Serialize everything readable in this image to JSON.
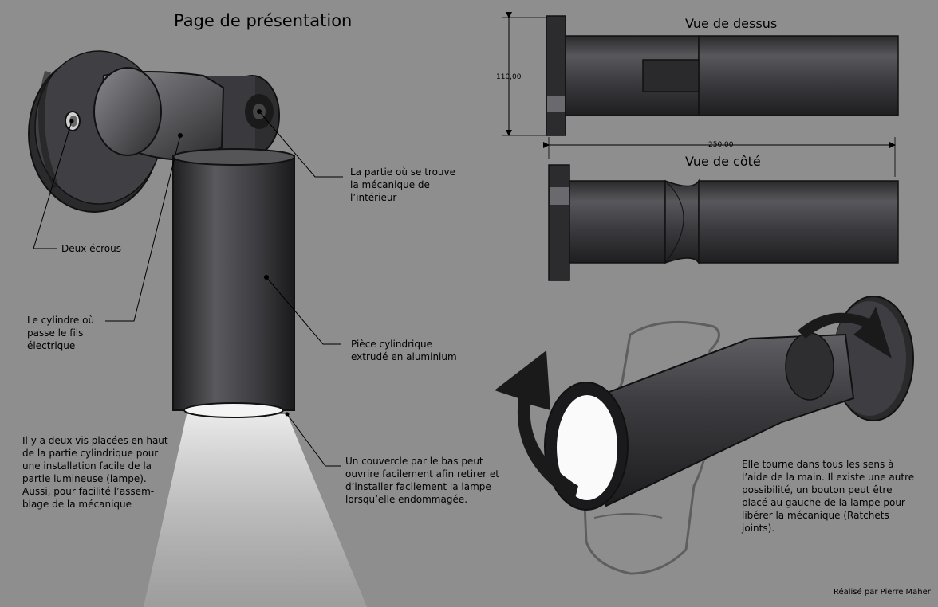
{
  "page": {
    "title": "Page de présentation",
    "credit": "Réalisé par Pierre Maher"
  },
  "views": {
    "top_title": "Vue de dessus",
    "side_title": "Vue de côté",
    "height_dim": "110,00",
    "length_dim": "250,00"
  },
  "labels": {
    "mechanism": "La partie où se trouve\nla mécanique de\nl’intérieur",
    "nuts": "Deux écrous",
    "cylinder_wire": "Le cylindre où\npasse le fils\nélectrique",
    "extruded": "Pièce cylindrique\n extrudé en aluminium",
    "screws": "Il y a deux vis placées en haut\nde la partie cylindrique pour\nune installation facile de la\npartie lumineuse (lampe).\nAussi, pour facilité l’assem-\nblage de la mécanique",
    "cover": "Un couvercle par le bas peut\nouvrire facilement afin retirer et\nd’installer facilement la lampe\nlorsqu’elle endommagée.",
    "rotation": "Elle tourne dans tous les sens à\nl’aide de la main. Il existe une autre\npossibilité, un bouton peut être\nplacé au gauche de la lampe pour\nlibérer la mécanique (Ratchets\njoints)."
  },
  "colors": {
    "background": "#8e8e8e",
    "metal": "#3a3a3c",
    "light_beam": "#e8e8e8",
    "annotation_line": "#000000"
  }
}
